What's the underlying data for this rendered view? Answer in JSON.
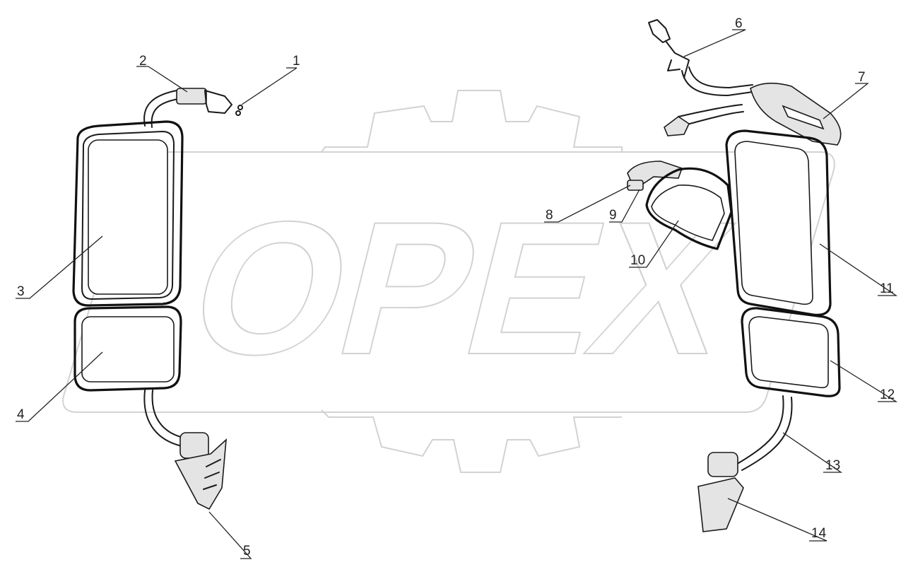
{
  "watermark": {
    "text": "OPEX",
    "color": "#d2d2d2"
  },
  "callouts": [
    {
      "id": "1",
      "label": "1"
    },
    {
      "id": "2",
      "label": "2"
    },
    {
      "id": "3",
      "label": "3"
    },
    {
      "id": "4",
      "label": "4"
    },
    {
      "id": "5",
      "label": "5"
    },
    {
      "id": "6",
      "label": "6"
    },
    {
      "id": "7",
      "label": "7"
    },
    {
      "id": "8",
      "label": "8"
    },
    {
      "id": "9",
      "label": "9"
    },
    {
      "id": "10",
      "label": "10"
    },
    {
      "id": "11",
      "label": "11"
    },
    {
      "id": "12",
      "label": "12"
    },
    {
      "id": "13",
      "label": "13"
    },
    {
      "id": "14",
      "label": "14"
    }
  ]
}
